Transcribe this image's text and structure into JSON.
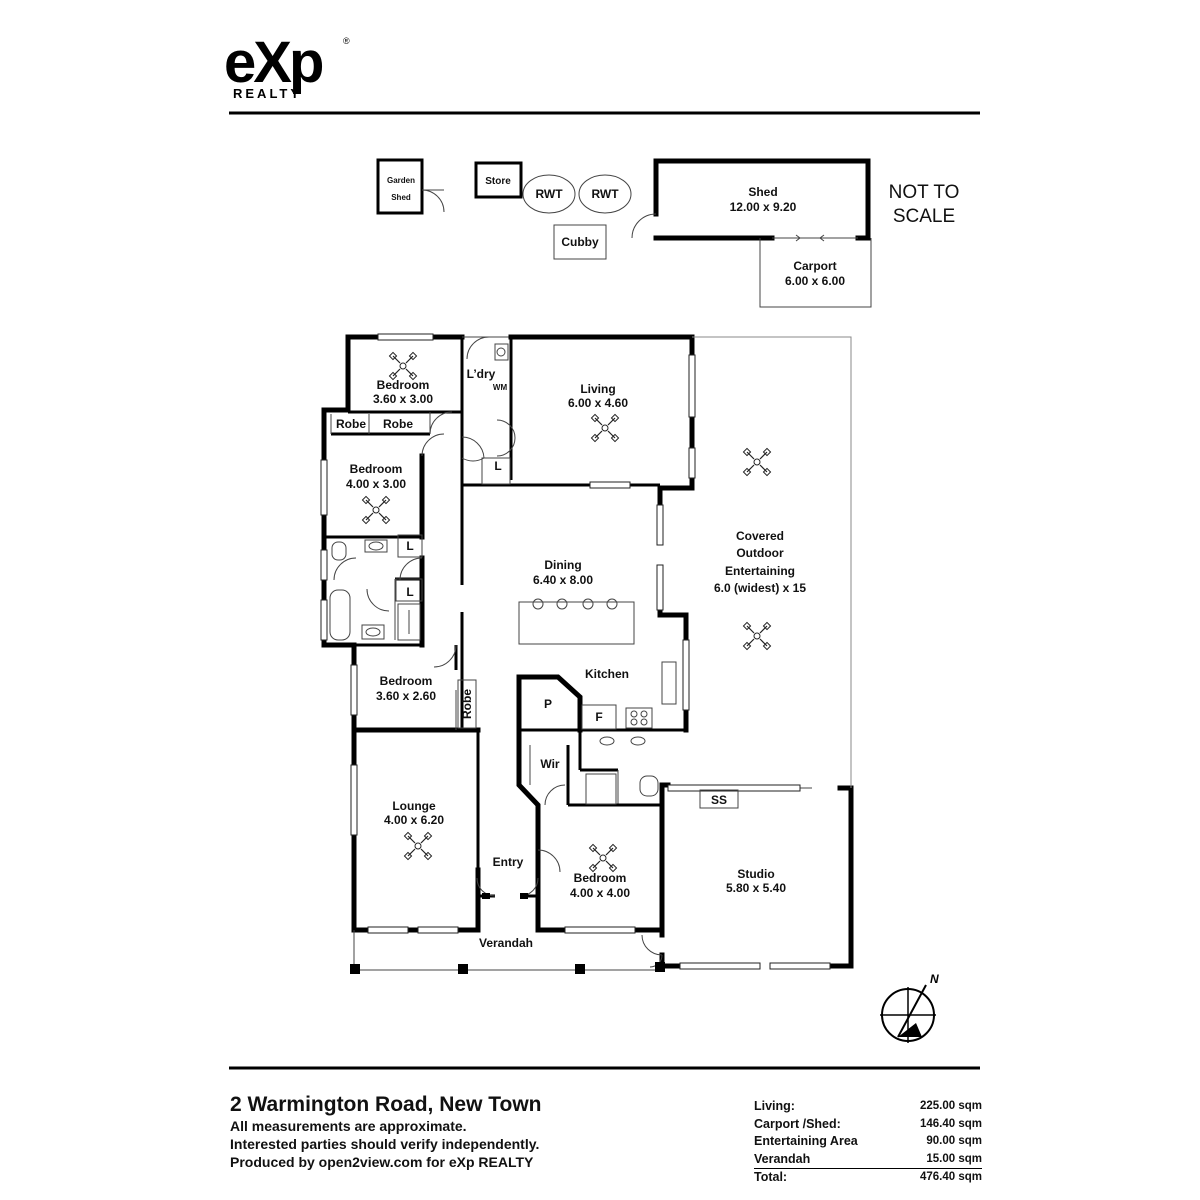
{
  "brand": {
    "logo_text": "eXp",
    "logo_sub": "REALTY",
    "logo_mark": "®"
  },
  "scale_note": [
    "NOT TO",
    "SCALE"
  ],
  "outbuildings": {
    "garden_shed": [
      "Garden",
      "Shed"
    ],
    "store": "Store",
    "rwt_1": "RWT",
    "rwt_2": "RWT",
    "cubby": "Cubby",
    "shed": {
      "name": "Shed",
      "size": "12.00 x 9.20"
    },
    "carport": {
      "name": "Carport",
      "size": "6.00 x 6.00"
    }
  },
  "rooms": {
    "bedroom_top": {
      "name": "Bedroom",
      "size": "3.60 x 3.00"
    },
    "robe_1": "Robe",
    "robe_2": "Robe",
    "laundry": "L’dry",
    "wm": "WM",
    "linen_1": "L",
    "living": {
      "name": "Living",
      "size": "6.00 x 4.60"
    },
    "bedroom_2": {
      "name": "Bedroom",
      "size": "4.00 x 3.00"
    },
    "linen_2": "L",
    "linen_3": "L",
    "dining": {
      "name": "Dining",
      "size": "6.40 x 8.00"
    },
    "outdoor": {
      "lines": [
        "Covered",
        "Outdoor",
        "Entertaining",
        "6.0 (widest) x 15"
      ]
    },
    "kitchen": "Kitchen",
    "pantry": "P",
    "fridge": "F",
    "bedroom_3": {
      "name": "Bedroom",
      "size": "3.60 x 2.60"
    },
    "robe_3": "Robe",
    "wir": "Wir",
    "lounge": {
      "name": "Lounge",
      "size": "4.00 x 6.20"
    },
    "entry": "Entry",
    "bedroom_main": {
      "name": "Bedroom",
      "size": "4.00 x 4.00"
    },
    "ss": "SS",
    "studio": {
      "name": "Studio",
      "size": "5.80 x 5.40"
    },
    "verandah": "Verandah"
  },
  "compass": {
    "label": "N"
  },
  "footer": {
    "address": "2 Warmington Road, New Town",
    "notes": [
      "All measurements are approximate.",
      "Interested parties should verify independently.",
      "Produced by open2view.com for eXp REALTY"
    ]
  },
  "areas": [
    {
      "label": "Living:",
      "value": "225.00 sqm"
    },
    {
      "label": "Carport /Shed:",
      "value": "146.40 sqm"
    },
    {
      "label": "Entertaining Area",
      "value": "90.00 sqm"
    },
    {
      "label": "Verandah",
      "value": "15.00 sqm"
    },
    {
      "label": "Total:",
      "value": "476.40 sqm"
    }
  ]
}
